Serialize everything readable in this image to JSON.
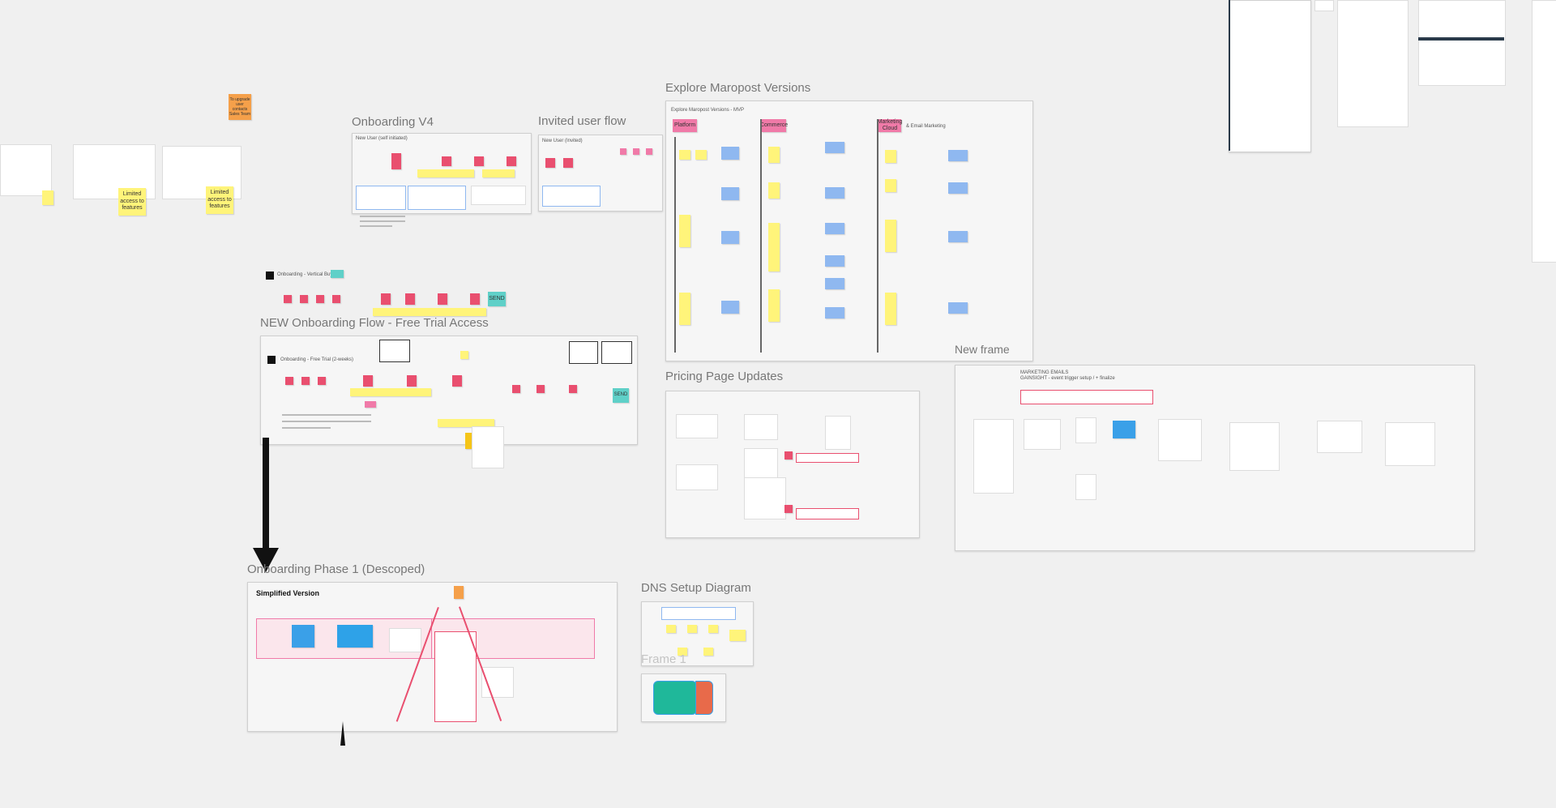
{
  "frames": {
    "onboarding_v4": {
      "title": "Onboarding V4",
      "inner": "New User (self initiated)"
    },
    "invited_user": {
      "title": "Invited user flow",
      "inner": "New User (Invited)"
    },
    "explore": {
      "title": "Explore Maropost Versions",
      "inner": "Explore Maropost Versions - MVP",
      "columns": [
        "Platform",
        "Commerce",
        "Marketing Cloud"
      ],
      "col3_sub": "& Email Marketing",
      "new_frame": "New frame"
    },
    "vertical_buyer": {
      "title": "Onboarding - Vertical Buyer"
    },
    "new_onboarding": {
      "title": "NEW Onboarding Flow - Free Trial Access",
      "inner": "Onboarding - Free Trial (2-weeks)",
      "send": "SEND"
    },
    "pricing": {
      "title": "Pricing Page Updates"
    },
    "marketing_emails": {
      "line1": "MARKETING EMAILS",
      "line2": "GAINSIGHT - event trigger setup / + finalize"
    },
    "phase1": {
      "title": "Onboarding Phase 1 (Descoped)",
      "inner": "Simplified Version"
    },
    "dns": {
      "title": "DNS Setup Diagram"
    },
    "frame1": {
      "title": "Frame 1"
    }
  },
  "stickies": {
    "limited1": "Limited access to features",
    "limited2": "Limited access to features",
    "upgrade": "To upgrade user contacts Sales Team",
    "send_teal": "SEND"
  },
  "colors": {
    "sticky_yellow": "#fff47a",
    "sticky_blue": "#8fb8f0",
    "sticky_pink": "#f07aa8",
    "sticky_orange": "#f5a04a",
    "sticky_teal": "#5fd0c8",
    "flow_red": "#e94f6f",
    "canvas_bg": "#f0f0f0"
  }
}
